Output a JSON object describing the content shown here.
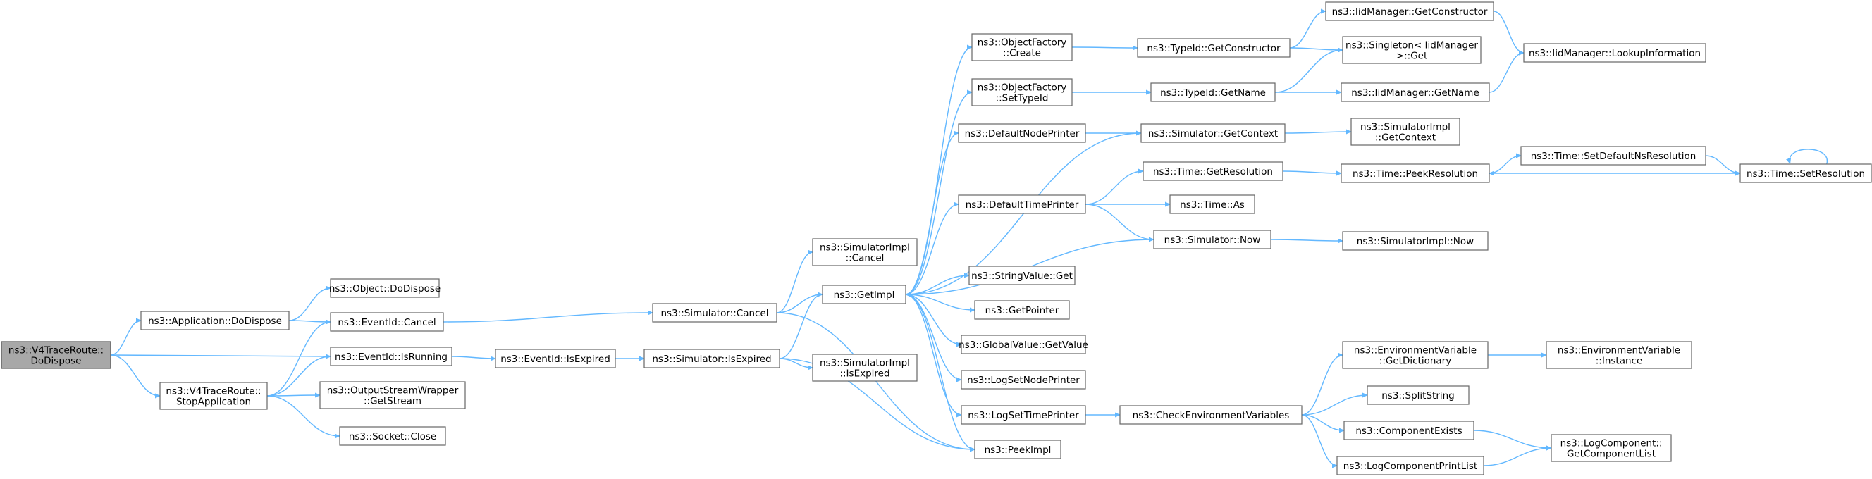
{
  "graph": {
    "edge_color": "#63b8ff",
    "root_fill": "#a8a8a8",
    "node_fill": "#ffffff",
    "node_border": "#666666",
    "nodes": [
      {
        "id": "root",
        "lines": [
          "ns3::V4TraceRoute::",
          "DoDispose"
        ],
        "root": true
      },
      {
        "id": "app_dodispose",
        "lines": [
          "ns3::Application::DoDispose"
        ]
      },
      {
        "id": "v4_stopapp",
        "lines": [
          "ns3::V4TraceRoute::",
          "StopApplication"
        ]
      },
      {
        "id": "obj_dodispose",
        "lines": [
          "ns3::Object::DoDispose"
        ]
      },
      {
        "id": "eventid_cancel",
        "lines": [
          "ns3::EventId::Cancel"
        ]
      },
      {
        "id": "eventid_isrunning",
        "lines": [
          "ns3::EventId::IsRunning"
        ]
      },
      {
        "id": "osw_getstream",
        "lines": [
          "ns3::OutputStreamWrapper",
          "::GetStream"
        ]
      },
      {
        "id": "socket_close",
        "lines": [
          "ns3::Socket::Close"
        ]
      },
      {
        "id": "eventid_isexpired",
        "lines": [
          "ns3::EventId::IsExpired"
        ]
      },
      {
        "id": "sim_cancel",
        "lines": [
          "ns3::Simulator::Cancel"
        ]
      },
      {
        "id": "sim_isexpired",
        "lines": [
          "ns3::Simulator::IsExpired"
        ]
      },
      {
        "id": "simimpl_cancel",
        "lines": [
          "ns3::SimulatorImpl",
          "::Cancel"
        ]
      },
      {
        "id": "getimpl",
        "lines": [
          "ns3::GetImpl"
        ]
      },
      {
        "id": "simimpl_isexpired",
        "lines": [
          "ns3::SimulatorImpl",
          "::IsExpired"
        ]
      },
      {
        "id": "peekimpl",
        "lines": [
          "ns3::PeekImpl"
        ]
      },
      {
        "id": "of_create",
        "lines": [
          "ns3::ObjectFactory",
          "::Create"
        ]
      },
      {
        "id": "of_settypeid",
        "lines": [
          "ns3::ObjectFactory",
          "::SetTypeId"
        ]
      },
      {
        "id": "default_node_printer",
        "lines": [
          "ns3::DefaultNodePrinter"
        ]
      },
      {
        "id": "default_time_printer",
        "lines": [
          "ns3::DefaultTimePrinter"
        ]
      },
      {
        "id": "stringvalue_get",
        "lines": [
          "ns3::StringValue::Get"
        ]
      },
      {
        "id": "getpointer",
        "lines": [
          "ns3::GetPointer"
        ]
      },
      {
        "id": "globalvalue_getvalue",
        "lines": [
          "ns3::GlobalValue::GetValue"
        ]
      },
      {
        "id": "logsetnodeprinter",
        "lines": [
          "ns3::LogSetNodePrinter"
        ]
      },
      {
        "id": "logsettimeprinter",
        "lines": [
          "ns3::LogSetTimePrinter"
        ]
      },
      {
        "id": "typeid_getconstructor",
        "lines": [
          "ns3::TypeId::GetConstructor"
        ]
      },
      {
        "id": "typeid_getname",
        "lines": [
          "ns3::TypeId::GetName"
        ]
      },
      {
        "id": "sim_getcontext",
        "lines": [
          "ns3::Simulator::GetContext"
        ]
      },
      {
        "id": "time_getresolution",
        "lines": [
          "ns3::Time::GetResolution"
        ]
      },
      {
        "id": "time_as",
        "lines": [
          "ns3::Time::As"
        ]
      },
      {
        "id": "sim_now",
        "lines": [
          "ns3::Simulator::Now"
        ]
      },
      {
        "id": "check_env_vars",
        "lines": [
          "ns3::CheckEnvironmentVariables"
        ]
      },
      {
        "id": "iid_getconstructor",
        "lines": [
          "ns3::IidManager::GetConstructor"
        ]
      },
      {
        "id": "singleton_get",
        "lines": [
          "ns3::Singleton< IidManager",
          " >::Get"
        ]
      },
      {
        "id": "iid_getname",
        "lines": [
          "ns3::IidManager::GetName"
        ]
      },
      {
        "id": "simimpl_getcontext",
        "lines": [
          "ns3::SimulatorImpl",
          "::GetContext"
        ]
      },
      {
        "id": "time_peekresolution",
        "lines": [
          "ns3::Time::PeekResolution"
        ]
      },
      {
        "id": "simimpl_now",
        "lines": [
          "ns3::SimulatorImpl::Now"
        ]
      },
      {
        "id": "env_getdictionary",
        "lines": [
          "ns3::EnvironmentVariable",
          "::GetDictionary"
        ]
      },
      {
        "id": "splitstring",
        "lines": [
          "ns3::SplitString"
        ]
      },
      {
        "id": "component_exists",
        "lines": [
          "ns3::ComponentExists"
        ]
      },
      {
        "id": "logcomponent_printlist",
        "lines": [
          "ns3::LogComponentPrintList"
        ]
      },
      {
        "id": "iid_lookupinfo",
        "lines": [
          "ns3::IidManager::LookupInformation"
        ]
      },
      {
        "id": "time_setdefaultnsres",
        "lines": [
          "ns3::Time::SetDefaultNsResolution"
        ]
      },
      {
        "id": "time_setresolution",
        "lines": [
          "ns3::Time::SetResolution"
        ]
      },
      {
        "id": "env_instance",
        "lines": [
          "ns3::EnvironmentVariable",
          "::Instance"
        ]
      },
      {
        "id": "logcomponent_getlist",
        "lines": [
          "ns3::LogComponent::",
          "GetComponentList"
        ]
      }
    ],
    "edges": [
      [
        "root",
        "app_dodispose"
      ],
      [
        "root",
        "eventid_isrunning"
      ],
      [
        "root",
        "v4_stopapp"
      ],
      [
        "app_dodispose",
        "obj_dodispose"
      ],
      [
        "app_dodispose",
        "eventid_cancel"
      ],
      [
        "v4_stopapp",
        "eventid_cancel"
      ],
      [
        "v4_stopapp",
        "eventid_isrunning"
      ],
      [
        "v4_stopapp",
        "osw_getstream"
      ],
      [
        "v4_stopapp",
        "socket_close"
      ],
      [
        "eventid_cancel",
        "sim_cancel"
      ],
      [
        "eventid_isrunning",
        "eventid_isexpired"
      ],
      [
        "eventid_isexpired",
        "sim_isexpired"
      ],
      [
        "sim_cancel",
        "simimpl_cancel"
      ],
      [
        "sim_cancel",
        "getimpl"
      ],
      [
        "sim_cancel",
        "peekimpl"
      ],
      [
        "sim_isexpired",
        "getimpl"
      ],
      [
        "sim_isexpired",
        "simimpl_isexpired"
      ],
      [
        "sim_isexpired",
        "peekimpl"
      ],
      [
        "getimpl",
        "of_create"
      ],
      [
        "getimpl",
        "of_settypeid"
      ],
      [
        "getimpl",
        "default_node_printer"
      ],
      [
        "getimpl",
        "default_time_printer"
      ],
      [
        "getimpl",
        "stringvalue_get"
      ],
      [
        "getimpl",
        "getpointer"
      ],
      [
        "getimpl",
        "globalvalue_getvalue"
      ],
      [
        "getimpl",
        "logsetnodeprinter"
      ],
      [
        "getimpl",
        "logsettimeprinter"
      ],
      [
        "getimpl",
        "peekimpl"
      ],
      [
        "of_create",
        "typeid_getconstructor"
      ],
      [
        "of_settypeid",
        "typeid_getname"
      ],
      [
        "default_node_printer",
        "sim_getcontext"
      ],
      [
        "default_time_printer",
        "time_getresolution"
      ],
      [
        "default_time_printer",
        "time_as"
      ],
      [
        "default_time_printer",
        "sim_now"
      ],
      [
        "sim_getcontext",
        "getimpl"
      ],
      [
        "sim_getcontext",
        "simimpl_getcontext"
      ],
      [
        "sim_now",
        "getimpl"
      ],
      [
        "sim_now",
        "simimpl_now"
      ],
      [
        "logsettimeprinter",
        "check_env_vars"
      ],
      [
        "typeid_getconstructor",
        "iid_getconstructor"
      ],
      [
        "typeid_getconstructor",
        "singleton_get"
      ],
      [
        "typeid_getname",
        "singleton_get"
      ],
      [
        "typeid_getname",
        "iid_getname"
      ],
      [
        "iid_getconstructor",
        "iid_lookupinfo"
      ],
      [
        "iid_getname",
        "iid_lookupinfo"
      ],
      [
        "time_getresolution",
        "time_peekresolution"
      ],
      [
        "time_peekresolution",
        "time_setdefaultnsres"
      ],
      [
        "time_setdefaultnsres",
        "time_setresolution"
      ],
      [
        "time_setresolution",
        "time_peekresolution"
      ],
      [
        "time_setresolution",
        "time_setresolution"
      ],
      [
        "check_env_vars",
        "env_getdictionary"
      ],
      [
        "check_env_vars",
        "splitstring"
      ],
      [
        "check_env_vars",
        "component_exists"
      ],
      [
        "check_env_vars",
        "logcomponent_printlist"
      ],
      [
        "env_getdictionary",
        "env_instance"
      ],
      [
        "component_exists",
        "logcomponent_getlist"
      ],
      [
        "logcomponent_printlist",
        "logcomponent_getlist"
      ]
    ]
  }
}
